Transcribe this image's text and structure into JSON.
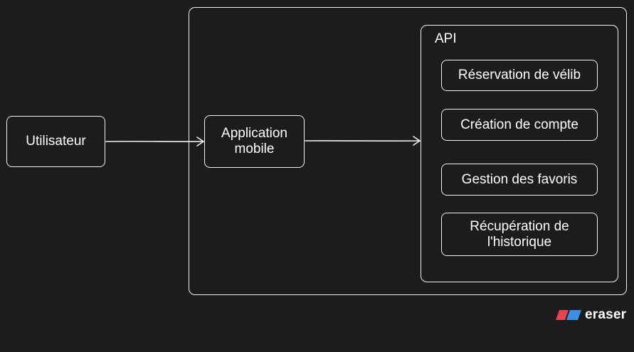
{
  "diagram": {
    "nodes": {
      "user": "Utilisateur",
      "app": "Application\nmobile",
      "reservation": "Réservation de vélib",
      "account": "Création de compte",
      "favorites": "Gestion des favoris",
      "history": "Récupération de\nl'historique"
    },
    "api_group": {
      "label": "API"
    },
    "edges": [
      {
        "from": "user",
        "to": "app"
      },
      {
        "from": "app",
        "to": "api_group"
      }
    ]
  },
  "branding": {
    "name": "eraser",
    "colors": {
      "red": "#e8434f",
      "blue": "#3b8fe6"
    }
  }
}
